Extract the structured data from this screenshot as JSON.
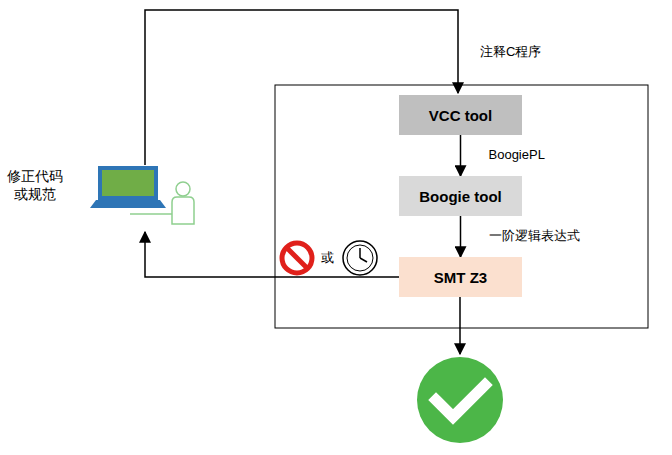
{
  "diagram": {
    "nodes": [
      {
        "text": [
          "VCC tool"
        ]
      },
      {
        "text": [
          "Boogie tool"
        ]
      },
      {
        "text": [
          "SMT Z3"
        ]
      }
    ],
    "edges": [
      {
        "from": 0,
        "to": 1,
        "arrow": "to",
        "label": "BoogiePL"
      },
      {
        "from": 1,
        "to": 2,
        "arrow": "to",
        "label": "一阶逻辑表达式"
      }
    ],
    "labels": [
      "注释C程序",
      "修正代码 或规范",
      "或"
    ]
  }
}
